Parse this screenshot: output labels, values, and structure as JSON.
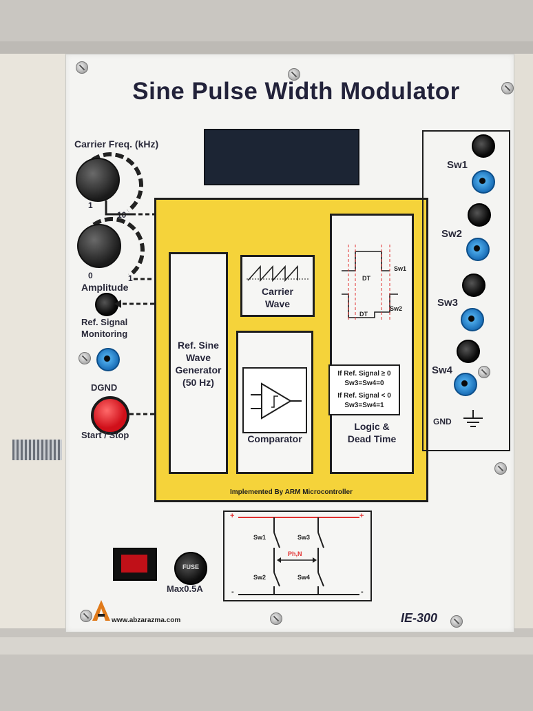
{
  "panel": {
    "title": "Sine Pulse Width Modulator",
    "model": "IE-300",
    "website": "www.abzarazma.com",
    "implemented_by": "Implemented By ARM Microcontroller"
  },
  "controls": {
    "carrier_label": "Carrier Freq. (kHz)",
    "carrier_min": "1",
    "carrier_max": "10",
    "amplitude_label": "Amplitude",
    "amplitude_min": "0",
    "amplitude_max": "1",
    "ref_signal_label": "Ref. Signal",
    "monitoring_label": "Monitoring",
    "dgnd_label": "DGND",
    "start_stop_label": "Start / Stop",
    "fuse_text": "FUSE",
    "fuse_rating": "Max0.5A"
  },
  "blocks": {
    "ref_sine_lines": [
      "Ref. Sine",
      "Wave",
      "Generator",
      "(50 Hz)"
    ],
    "carrier_lines": [
      "Carrier",
      "Wave"
    ],
    "comparator": "Comparator",
    "logic_lines": [
      "Logic &",
      "Dead Time"
    ],
    "dt": "DT",
    "sw1_trace": "Sw1",
    "sw2_trace": "Sw2",
    "rule_1a": "If  Ref. Signal ≥ 0",
    "rule_1b": "Sw3=Sw4=0",
    "rule_2a": "If  Ref. Signal < 0",
    "rule_2b": "Sw3=Sw4=1"
  },
  "outputs": {
    "sw1": "Sw1",
    "sw2": "Sw2",
    "sw3": "Sw3",
    "sw4": "Sw4",
    "gnd": "GND"
  },
  "bridge": {
    "sw1": "Sw1",
    "sw2": "Sw2",
    "sw3": "Sw3",
    "sw4": "Sw4",
    "phase": "Ph,N",
    "plus": "+",
    "minus": "-"
  }
}
